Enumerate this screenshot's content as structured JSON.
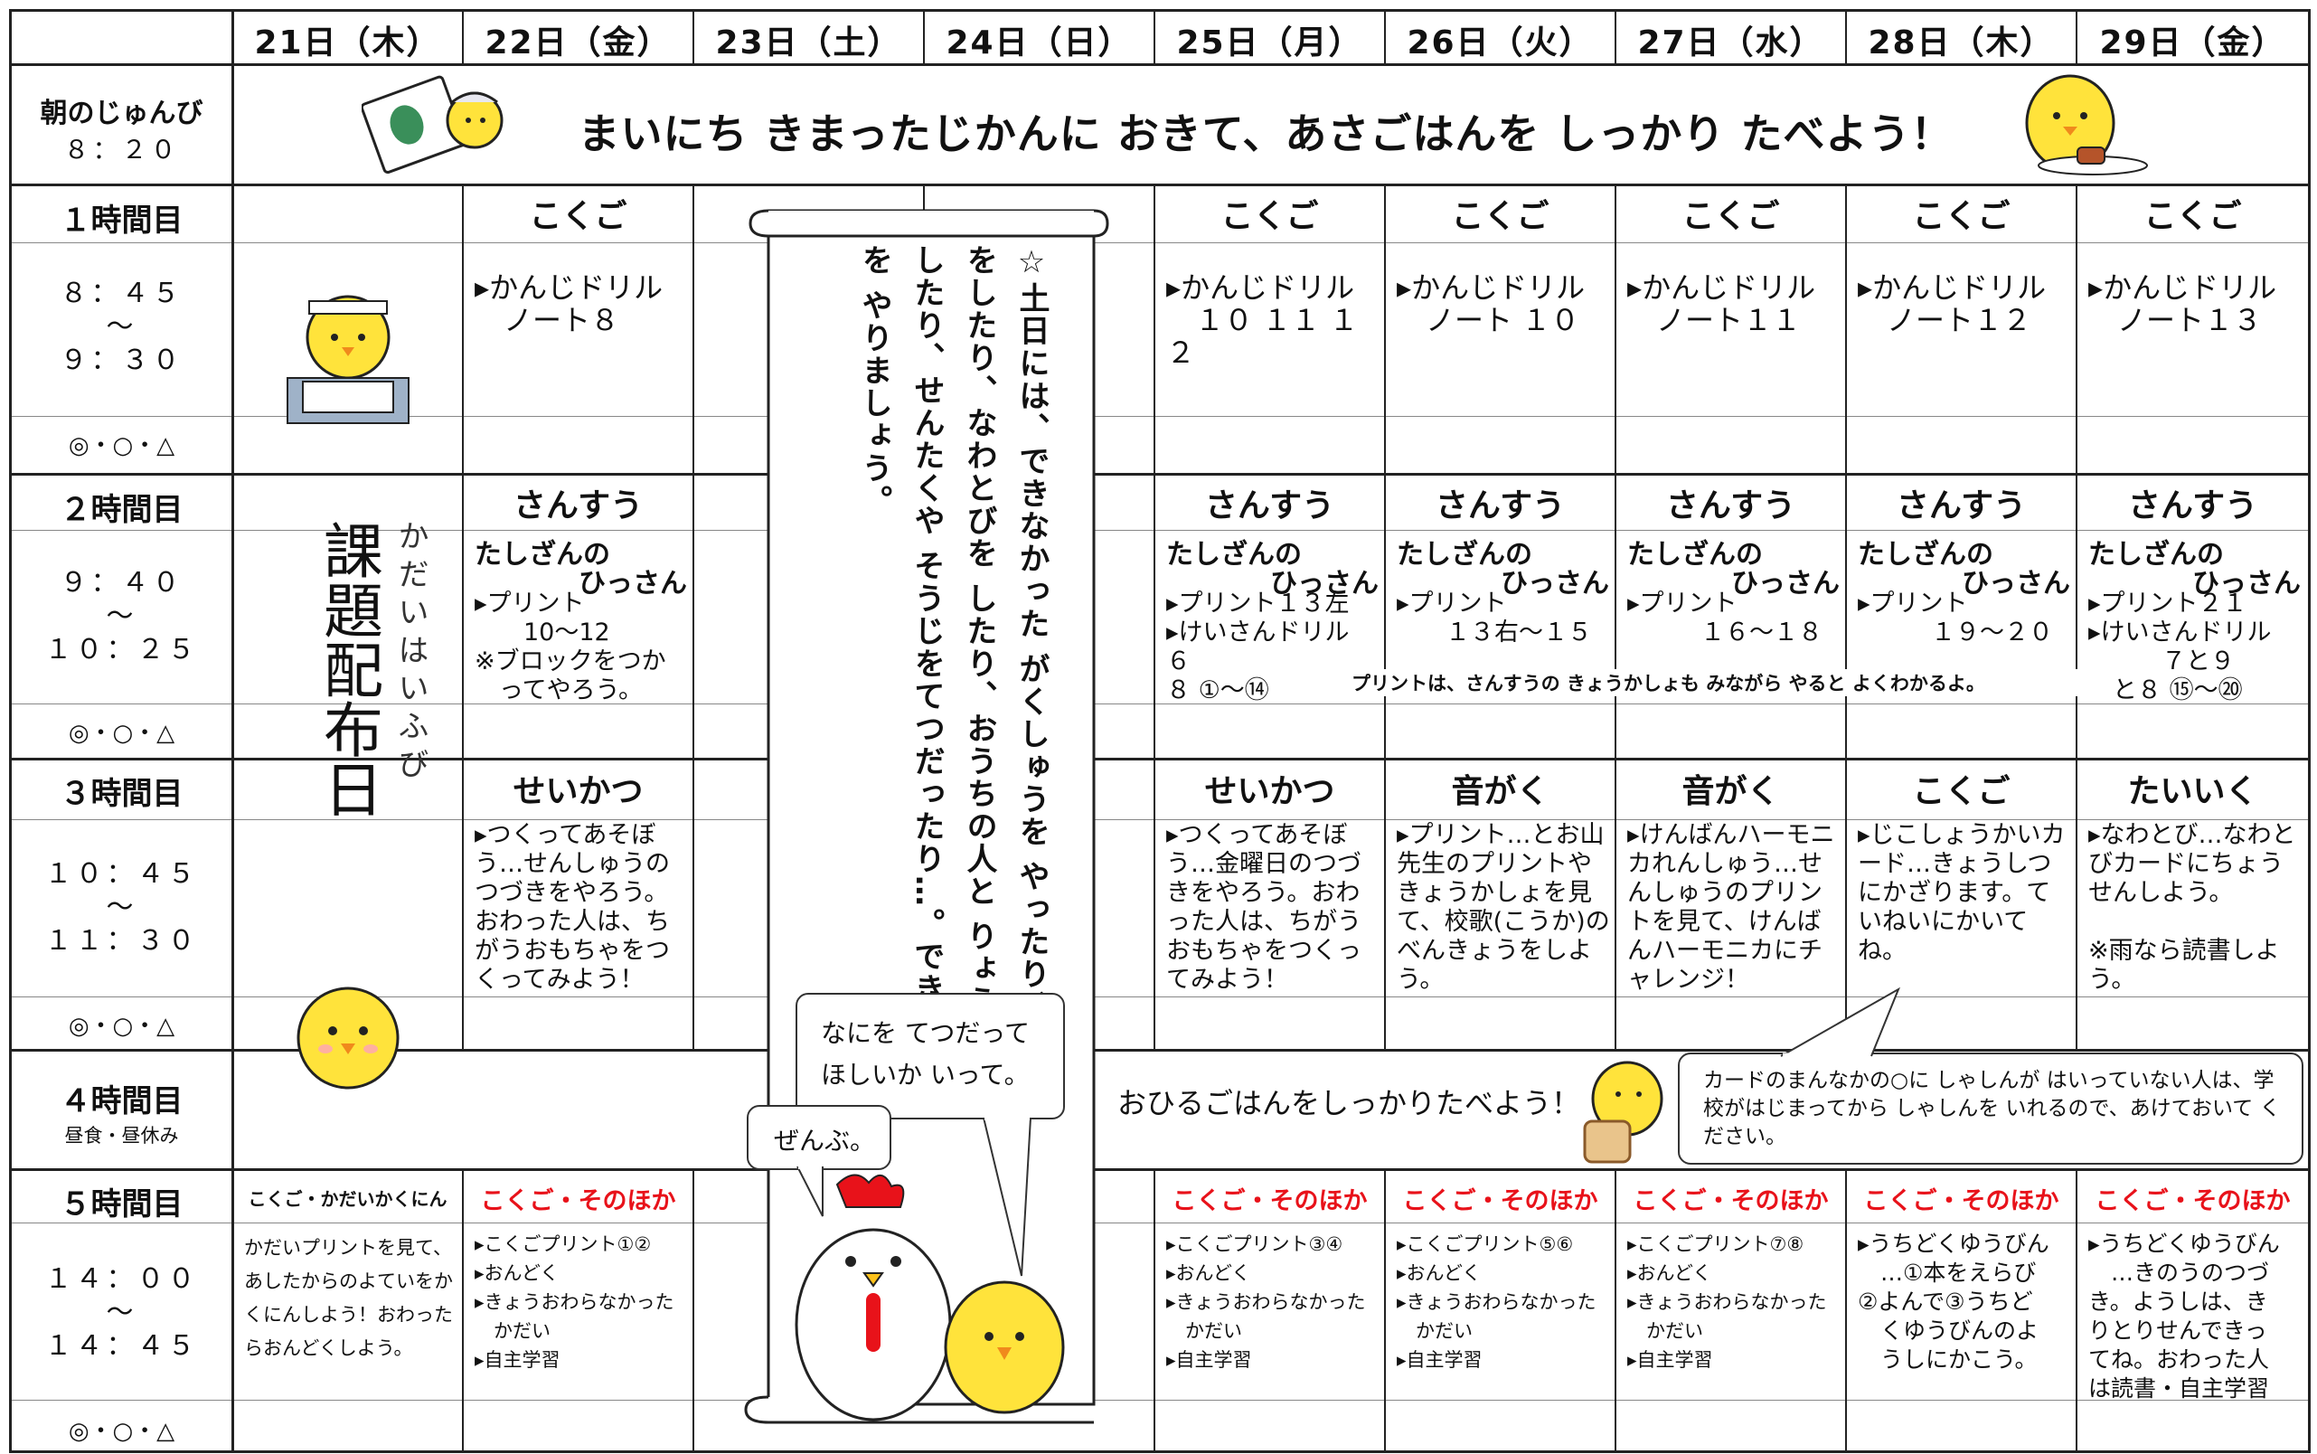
{
  "days": [
    "21日（木）",
    "22日（金）",
    "23日（土）",
    "24日（日）",
    "25日（月）",
    "26日（火）",
    "27日（水）",
    "28日（木）",
    "29日（金）"
  ],
  "morning": {
    "label": "朝のじゅんび",
    "time": "８：２０",
    "message": "まいにち きまったじかんに おきて、あさごはんを しっかり たべよう！"
  },
  "periods": [
    {
      "label": "１時間目",
      "time": "８：４５\n～\n９：３０",
      "eval": "◎・○・△"
    },
    {
      "label": "２時間目",
      "time": "９：４０\n～\n１０：２５",
      "eval": "◎・○・△"
    },
    {
      "label": "３時間目",
      "time": "１０：４５\n～\n１１：３０",
      "eval": "◎・○・△"
    },
    {
      "label": "４時間目",
      "sub": "昼食・昼休み"
    },
    {
      "label": "５時間目",
      "time": "１４：００\n～\n１４：４５",
      "eval": "◎・○・△"
    }
  ],
  "kadai": {
    "kanji": "課題配布日",
    "ruby": "かだいはいふび"
  },
  "p1": {
    "subject": "こくご",
    "d22": "▸かんじドリル\n　ノート８",
    "d25": "▸かんじドリル\n　１０ １１ １２",
    "d26": "▸かんじドリル\n　ノート １０",
    "d27": "▸かんじドリル\n　ノート１１",
    "d28": "▸かんじドリル\n　ノート１２",
    "d29": "▸かんじドリル\n　ノート１３"
  },
  "p2": {
    "subject": "さんすう",
    "title1": "たしざんの",
    "title2": "ひっさん",
    "d22": "▸プリント\n　　10～12\n※ブロックをつか\n　ってやろう。",
    "d25": "▸プリント１３左\n▸けいさんドリル\n６\n８ ①～⑭",
    "d26": "▸プリント\n　　１３右～１５",
    "d27": "▸プリント\n　　　１６～１８",
    "d28": "▸プリント\n　　　１９～２０",
    "d29": "▸プリント２１\n▸けいさんドリル\n　　　７と９\n　と８ ⑮～⑳",
    "note": "プリントは、さんすうの きょうかしょも みながら やると よくわかるよ。"
  },
  "p3": {
    "s22": "せいかつ",
    "s25": "せいかつ",
    "s26": "音がく",
    "s27": "音がく",
    "s28": "こくご",
    "s29": "たいいく",
    "d22": "▸つくってあそぼう…せんしゅうのつづきをやろう。おわった人は、ちがうおもちゃをつくってみよう！",
    "d25": "▸つくってあそぼう…金曜日のつづきをやろう。おわった人は、ちがうおもちゃをつくってみよう！",
    "d26": "▸プリント…とお山先生のプリントやきょうかしょを見て、校歌(こうか)のべんきょうをしよう。",
    "d27": "▸けんばんハーモニカれんしゅう…せんしゅうのプリントを見て、けんばんハーモニカにチャレンジ！",
    "d28": "▸じこしょうかいカード…きょうしつにかざります。ていねいにかいてね。",
    "d29": "▸なわとび…なわとびカードにちょうせんしよう。\n\n※雨なら読書しよう。"
  },
  "p4": {
    "lunch": "おひるごはんをしっかりたべよう！",
    "card": "カードのまんなかの○に しゃしんが はいっていない人は、学校がはじまってから しゃしんを いれるので、あけておいて ください。"
  },
  "p5": {
    "s21": "こくご・かだいかくにん",
    "s": "こくご・そのほか",
    "d21": "かだいプリントを見て、あしたからのよていをかくにんしよう！おわったらおんどくしよう。",
    "d22": "▸こくごプリント①②\n▸おんどく\n▸きょうおわらなかった\n　かだい\n▸自主学習",
    "d25": "▸こくごプリント③④\n▸おんどく\n▸きょうおわらなかった\n　かだい\n▸自主学習",
    "d26": "▸こくごプリント⑤⑥\n▸おんどく\n▸きょうおわらなかった\n　かだい\n▸自主学習",
    "d27": "▸こくごプリント⑦⑧\n▸おんどく\n▸きょうおわらなかった\n　かだい\n▸自主学習",
    "d28": "▸うちどくゆうびん\n　…①本をえらび\n②よんで③うちど\n　くゆうびんのよ\n　うしにかこう。",
    "d29": "▸うちどくゆうびん\n　…きのうのつづ\nき。ようしは、き\nりとりせんできっ\nてね。おわった人\nは読書・自主学習"
  },
  "scroll": {
    "text": "☆土日には、できなかった がくしゅうを やったり、読書をしたり、なわとびを したり、おうちの人と りょうりをしたり、せんたくや そうじをてつだったり…。できることを やりましょう。"
  },
  "bubbles": {
    "hen": "なにを てつだって\nほしいか いって。",
    "chick": "ぜんぶ。"
  }
}
